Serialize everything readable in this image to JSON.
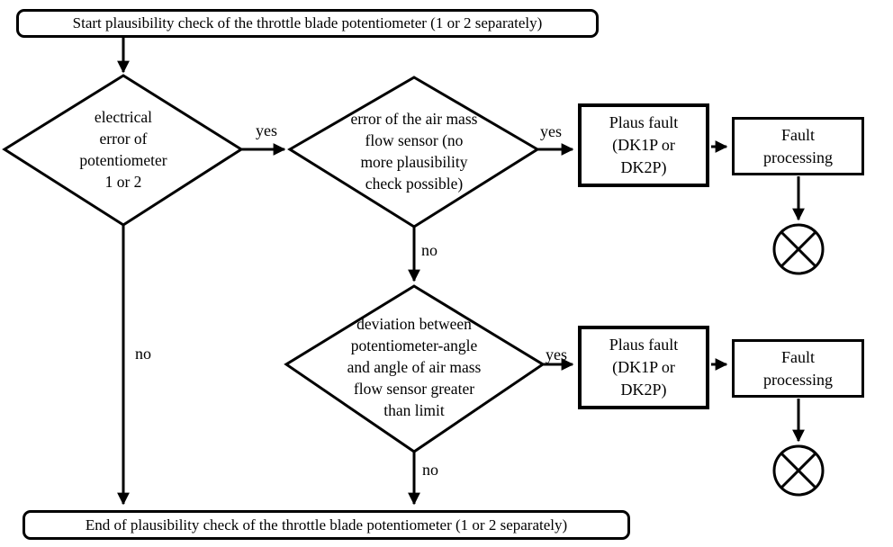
{
  "flow": {
    "start_label": "Start plausibility check of the throttle blade potentiometer (1 or 2 separately)",
    "end_label": "End of plausibility check of the throttle blade potentiometer (1 or 2 separately)",
    "decision1": "electrical\nerror of\npotentiometer\n1 or 2",
    "decision2": "error of the air mass\nflow sensor (no\nmore plausibility\ncheck possible)",
    "decision3": "deviation between\npotentiometer-angle\nand angle of air mass\nflow sensor greater\nthan limit",
    "plaus_fault": "Plaus fault\n(DK1P or\nDK2P)",
    "fault_processing": "Fault\nprocessing",
    "yes": "yes",
    "no": "no",
    "colors": {
      "line": "#000000",
      "background": "#ffffff"
    }
  }
}
